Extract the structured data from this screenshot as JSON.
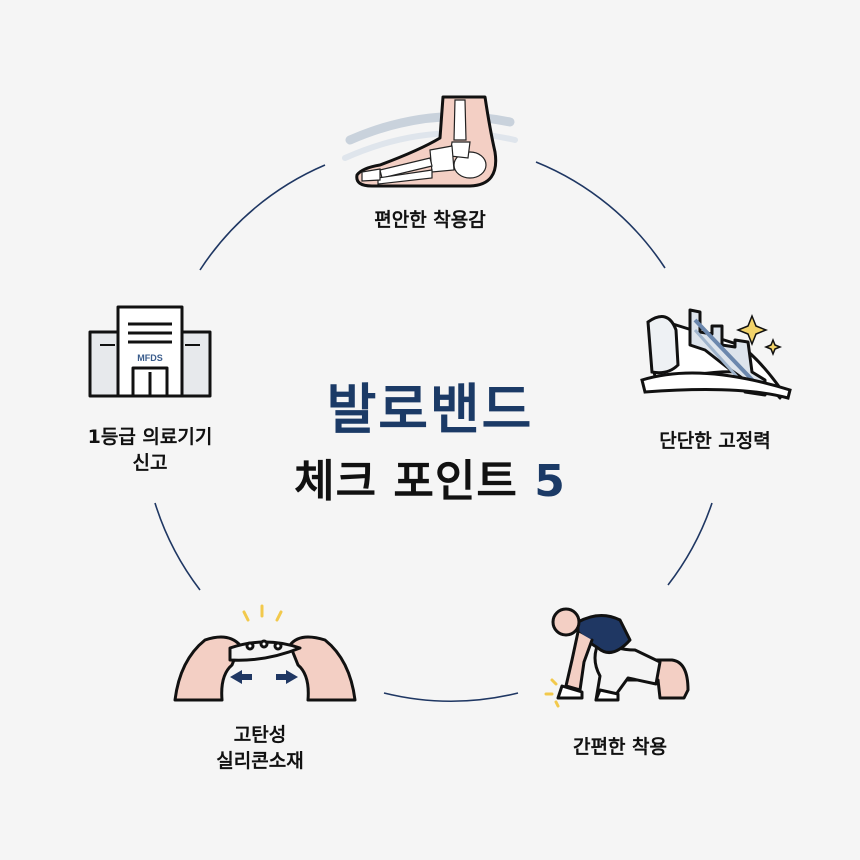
{
  "title": {
    "main": "발로밴드",
    "sub": "체크 포인트",
    "number": "5"
  },
  "points": [
    {
      "label_lines": [
        "편안한 착용감"
      ],
      "icon": "foot-xray-icon"
    },
    {
      "label_lines": [
        "단단한 고정력"
      ],
      "icon": "insole-frame-icon"
    },
    {
      "label_lines": [
        "간편한 착용"
      ],
      "icon": "kneeling-person-icon"
    },
    {
      "label_lines": [
        "고탄성",
        "실리콘소재"
      ],
      "icon": "stretching-silicone-icon"
    },
    {
      "label_lines": [
        "1등급 의료기기",
        "신고"
      ],
      "icon": "mfds-building-icon"
    }
  ],
  "badges": {
    "building_sign": "MFDS"
  },
  "colors": {
    "background": "#f5f5f5",
    "accent_navy": "#1b3a66",
    "text": "#111111",
    "skin": "#f3cfc4",
    "sparkle": "#f2c94c"
  }
}
